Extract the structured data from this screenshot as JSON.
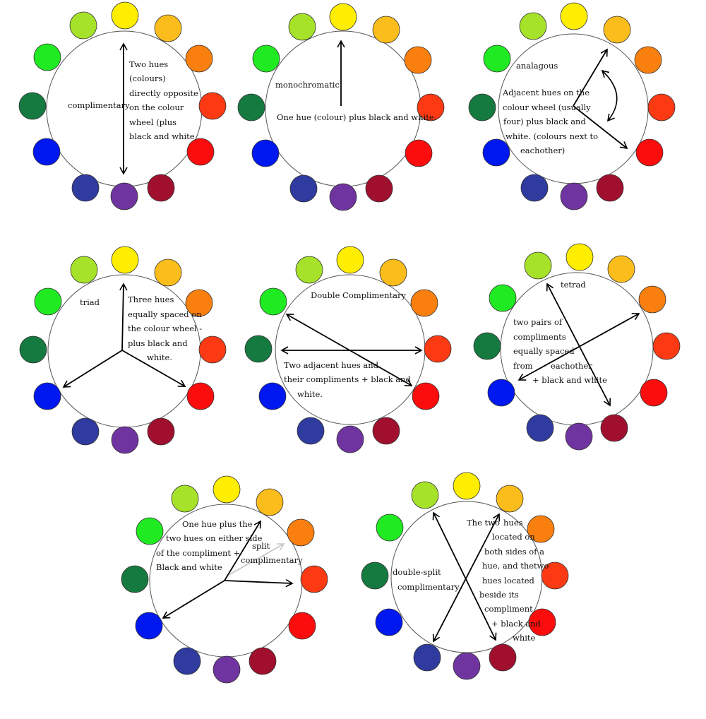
{
  "palette": {
    "yellow_green": "#a6e22a",
    "yellow": "#ffee00",
    "yellow_orange": "#fbbd1b",
    "orange": "#f97f0e",
    "red_orange": "#fb3a14",
    "red": "#fc0d0d",
    "red_violet": "#a0102e",
    "violet": "#7034a0",
    "blue_violet": "#2f3b9e",
    "blue": "#0018f0",
    "blue_green": "#157a40",
    "green": "#20ea22"
  },
  "wheels": [
    {
      "id": "complimentary",
      "labels": [
        {
          "text": "complimentary"
        },
        {
          "text": "Two hues"
        },
        {
          "text": "(colours)"
        },
        {
          "text": "directly opposite"
        },
        {
          "text": "on the colour"
        },
        {
          "text": "wheel (plus"
        },
        {
          "text": "black and white"
        }
      ]
    },
    {
      "id": "monochromatic",
      "labels": [
        {
          "text": "monochromatic"
        },
        {
          "text": "One hue (colour) plus black and white."
        }
      ]
    },
    {
      "id": "analagous",
      "labels": [
        {
          "text": "analagous"
        },
        {
          "text": "Adjacent hues on the"
        },
        {
          "text": "colour wheel (usually"
        },
        {
          "text": "four) plus black and"
        },
        {
          "text": "white.  (colours next to"
        },
        {
          "text": "eachother)"
        }
      ]
    },
    {
      "id": "triad",
      "labels": [
        {
          "text": "triad"
        },
        {
          "text": "Three hues"
        },
        {
          "text": "equally spaced on"
        },
        {
          "text": "the colour wheel -"
        },
        {
          "text": "plus black and"
        },
        {
          "text": "white."
        }
      ]
    },
    {
      "id": "double-complimentary",
      "labels": [
        {
          "text": "Double Complimentary"
        },
        {
          "text": "Two adjacent hues and"
        },
        {
          "text": "their compliments + black and"
        },
        {
          "text": "white."
        }
      ]
    },
    {
      "id": "tetrad",
      "labels": [
        {
          "text": "tetrad"
        },
        {
          "text": "two pairs of"
        },
        {
          "text": "compliments"
        },
        {
          "text": "equally spaced"
        },
        {
          "text": "from"
        },
        {
          "text": "eachother"
        },
        {
          "text": "+ black and white"
        }
      ]
    },
    {
      "id": "split-complimentary",
      "labels": [
        {
          "text": "One hue plus the"
        },
        {
          "text": "two hues on either side"
        },
        {
          "text": "of the compliment +"
        },
        {
          "text": "Black and white"
        },
        {
          "text": "split"
        },
        {
          "text": "complimentary"
        }
      ]
    },
    {
      "id": "double-split-complimentary",
      "labels": [
        {
          "text": "double-split"
        },
        {
          "text": "complimentary"
        },
        {
          "text": "The two"
        },
        {
          "text": "hues"
        },
        {
          "text": "located on"
        },
        {
          "text": "both sides of a"
        },
        {
          "text": "hue, and thetwo"
        },
        {
          "text": "hues located"
        },
        {
          "text": "beside its"
        },
        {
          "text": "compliment"
        },
        {
          "text": "+ black and"
        },
        {
          "text": "white"
        }
      ]
    }
  ]
}
